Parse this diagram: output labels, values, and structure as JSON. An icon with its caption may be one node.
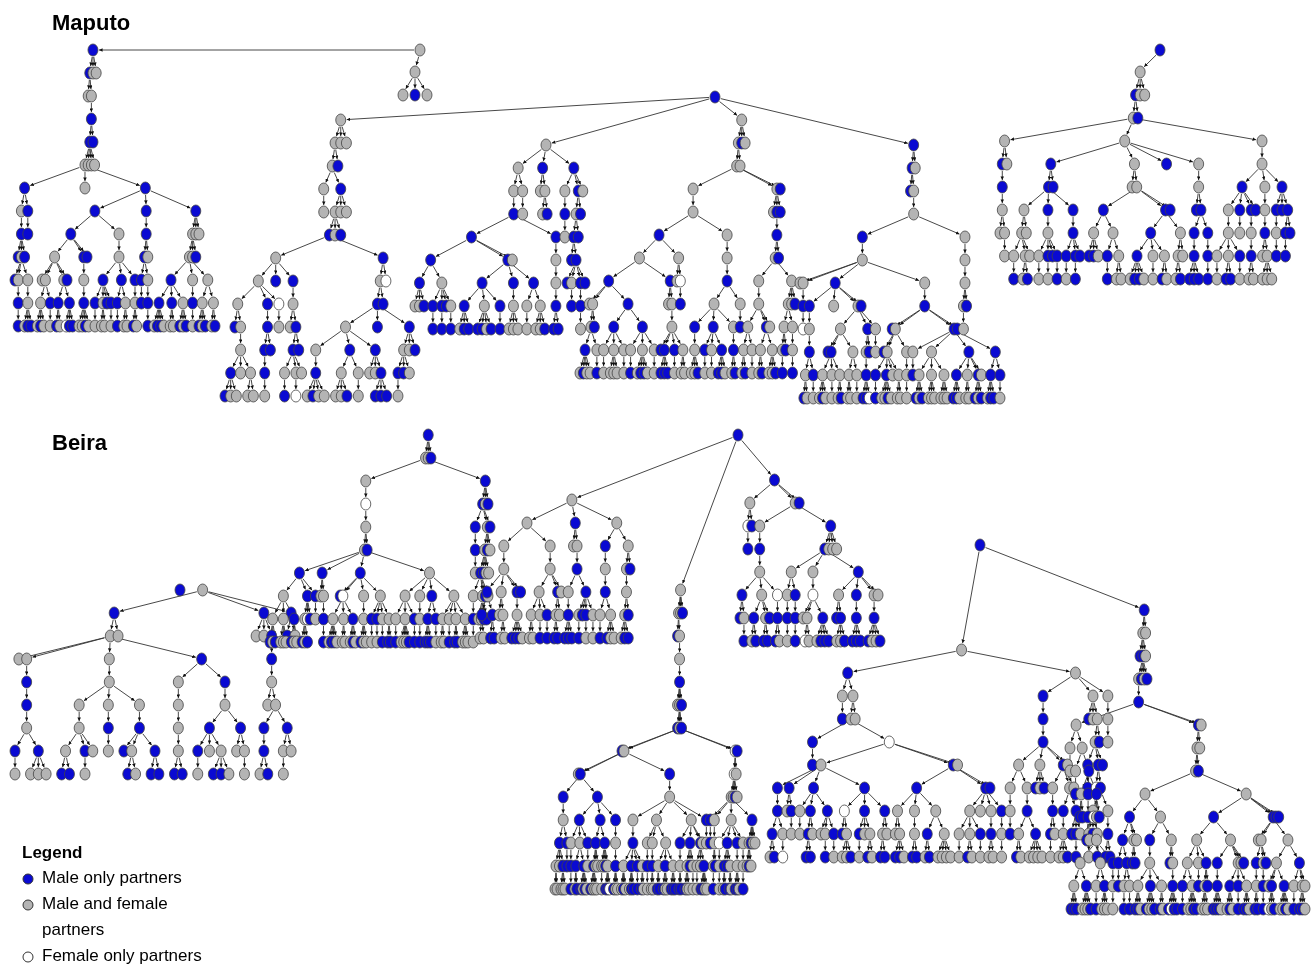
{
  "diagram": {
    "labels": [
      "Maputo",
      "Beira",
      "Legend"
    ],
    "legend": [
      {
        "text": "Male only partners",
        "color": "#0a0ad2"
      },
      {
        "text": "Male and female partners",
        "color": "#b4b4b4"
      },
      {
        "text": "Female only partners"
      }
    ]
  }
}
